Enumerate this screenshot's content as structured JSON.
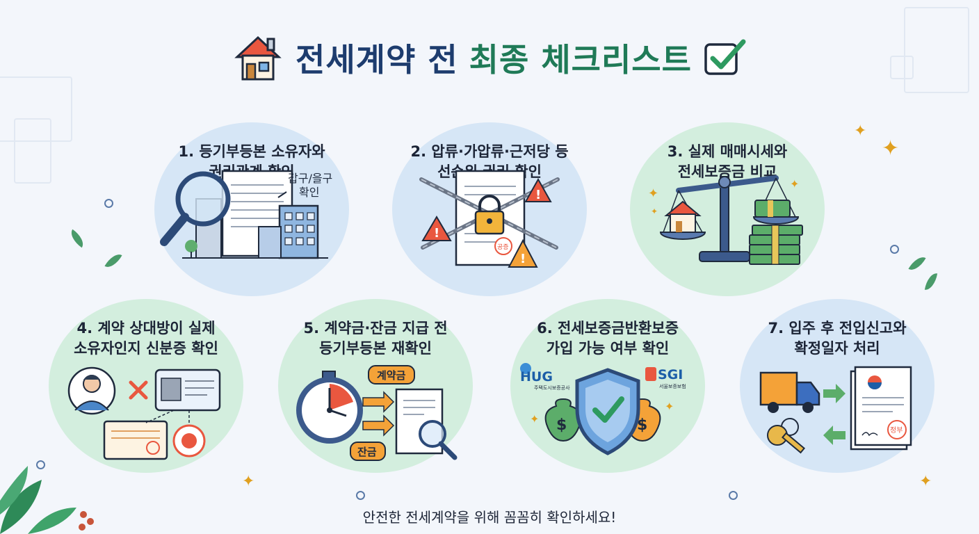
{
  "title": {
    "part1": "전세계약 전",
    "part2": "최종 체크리스트"
  },
  "cards": [
    {
      "line1": "1. 등기부등본 소유자와",
      "line2": "권리관계 확인",
      "note1": "갑구/을구",
      "note2": "확인"
    },
    {
      "line1": "2. 압류·가압류·근저당 등",
      "line2": "선순위 권리 확인",
      "stamp": "공증"
    },
    {
      "line1": "3. 실제 매매시세와",
      "line2": "전세보증금 비교"
    },
    {
      "line1": "4. 계약 상대방이 실제",
      "line2": "소유자인지 신분증 확인"
    },
    {
      "line1": "5. 계약금·잔금 지급 전",
      "line2": "등기부등본 재확인",
      "tag1": "계약금",
      "tag2": "잔금"
    },
    {
      "line1": "6. 전세보증금반환보증",
      "line2": "가입 가능 여부 확인",
      "logo1": "HUG",
      "logo1_sub": "주택도시보증공사",
      "logo2": "SGI",
      "logo2_sub": "서울보증보험"
    },
    {
      "line1": "7. 입주 후 전입신고와",
      "line2": "확정일자 처리",
      "stamp": "정부"
    }
  ],
  "footer": "안전한 전세계약을 위해 꼼꼼히 확인하세요!",
  "colors": {
    "navy": "#1d3c6e",
    "green": "#1f7a57",
    "blue_bg": "#d6e6f6",
    "green_bg": "#d3eede",
    "warning": "#e9573f",
    "accent": "#f4a238"
  }
}
